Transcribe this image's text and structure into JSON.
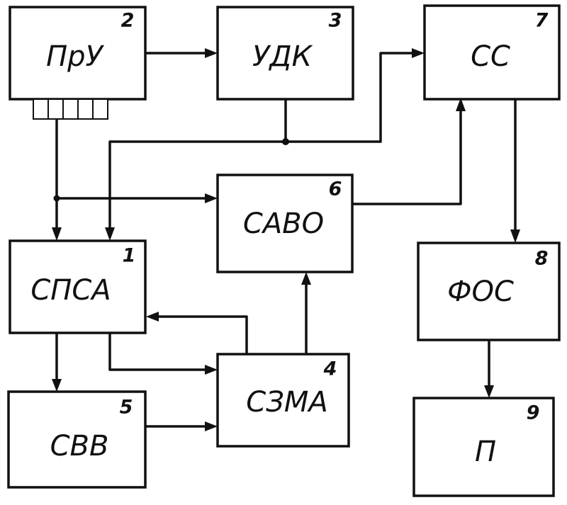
{
  "blocks": {
    "b1": {
      "num": "1",
      "label": "СПСА"
    },
    "b2": {
      "num": "2",
      "label": "ПрУ"
    },
    "b3": {
      "num": "3",
      "label": "УДК"
    },
    "b4": {
      "num": "4",
      "label": "СЗМА"
    },
    "b5": {
      "num": "5",
      "label": "СВВ"
    },
    "b6": {
      "num": "6",
      "label": "САВО"
    },
    "b7": {
      "num": "7",
      "label": "СС"
    },
    "b8": {
      "num": "8",
      "label": "ФОС"
    },
    "b9": {
      "num": "9",
      "label": "П"
    }
  }
}
